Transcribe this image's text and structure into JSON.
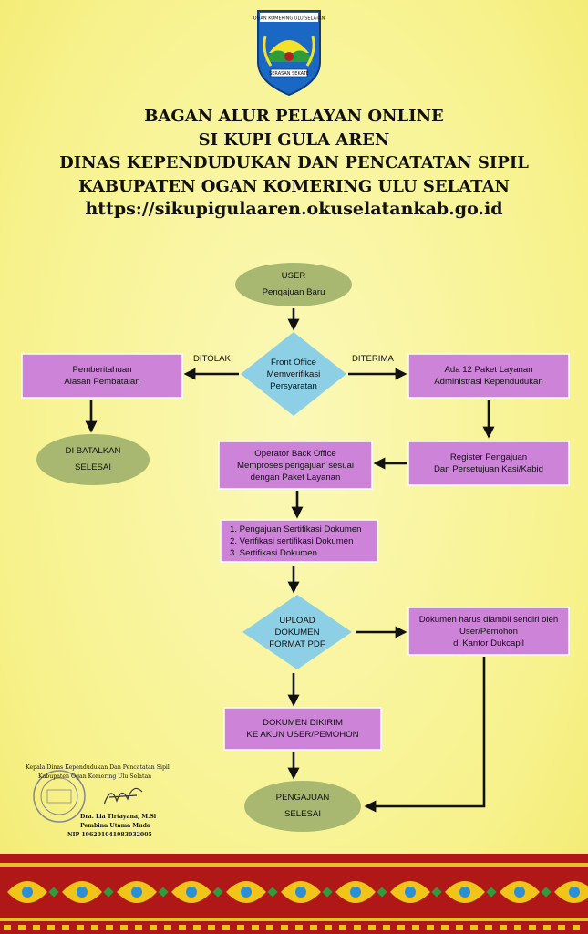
{
  "logo": {
    "label": "OGAN KOMERING ULU SELATAN",
    "ribbon": "SERASAN SEKATE"
  },
  "header": {
    "lines": [
      "BAGAN ALUR PELAYAN ONLINE",
      "SI KUPI GULA AREN",
      "DINAS KEPENDUDUKAN DAN PENCATATAN SIPIL",
      "KABUPATEN OGAN KOMERING ULU SELATAN",
      "https://sikupigulaaren.okuselatankab.go.id"
    ]
  },
  "colors": {
    "ellipse": "#a8b871",
    "box": "#cc83d8",
    "diamond": "#8dd0e6",
    "arrow": "#111111",
    "footer": "#b01717"
  },
  "flow": {
    "nodes": [
      {
        "id": "user",
        "shape": "ellipse",
        "lines": [
          "USER",
          "Pengajuan Baru"
        ]
      },
      {
        "id": "front_office",
        "shape": "diamond",
        "lines": [
          "Front Office",
          "Memverifikasi",
          "Persyaratan"
        ]
      },
      {
        "id": "pemberitahuan",
        "shape": "rect",
        "lines": [
          "Pemberitahuan",
          "Alasan Pembatalan"
        ]
      },
      {
        "id": "paket",
        "shape": "rect",
        "lines": [
          "Ada 12 Paket Layanan",
          "Administrasi Kependudukan"
        ]
      },
      {
        "id": "dibatalkan",
        "shape": "ellipse",
        "lines": [
          "DI BATALKAN",
          "SELESAI"
        ]
      },
      {
        "id": "register",
        "shape": "rect",
        "lines": [
          "Register Pengajuan",
          "Dan Persetujuan Kasi/Kabid"
        ]
      },
      {
        "id": "operator",
        "shape": "rect",
        "lines": [
          "Operator Back Office",
          "Memproses pengajuan sesuai",
          "dengan Paket Layanan"
        ]
      },
      {
        "id": "sertifikasi",
        "shape": "rect",
        "align": "left",
        "lines": [
          "1. Pengajuan Sertifikasi Dokumen",
          "2. Verifikasi sertifikasi Dokumen",
          "3. Sertifikasi Dokumen"
        ]
      },
      {
        "id": "upload",
        "shape": "diamond",
        "lines": [
          "UPLOAD",
          "DOKUMEN",
          "FORMAT PDF"
        ]
      },
      {
        "id": "diambil",
        "shape": "rect",
        "lines": [
          "Dokumen harus diambil sendiri oleh",
          "User/Pemohon",
          "di Kantor Dukcapil"
        ]
      },
      {
        "id": "dikirim",
        "shape": "rect",
        "lines": [
          "DOKUMEN DIKIRIM",
          "KE AKUN USER/PEMOHON"
        ]
      },
      {
        "id": "selesai",
        "shape": "ellipse",
        "lines": [
          "PENGAJUAN",
          "SELESAI"
        ]
      }
    ],
    "edges": [
      {
        "from": "user",
        "to": "front_office"
      },
      {
        "from": "front_office",
        "to": "pemberitahuan",
        "label": "DITOLAK"
      },
      {
        "from": "front_office",
        "to": "paket",
        "label": "DITERIMA"
      },
      {
        "from": "pemberitahuan",
        "to": "dibatalkan"
      },
      {
        "from": "paket",
        "to": "register"
      },
      {
        "from": "register",
        "to": "operator"
      },
      {
        "from": "operator",
        "to": "sertifikasi"
      },
      {
        "from": "sertifikasi",
        "to": "upload"
      },
      {
        "from": "upload",
        "to": "diambil"
      },
      {
        "from": "upload",
        "to": "dikirim"
      },
      {
        "from": "dikirim",
        "to": "selesai"
      },
      {
        "from": "diambil",
        "to": "selesai"
      }
    ]
  },
  "signature": {
    "line1": "Kepala Dinas Kependudukan Dan Pencatatan Sipil",
    "line2": "Kabupaten Ogan Komering Ulu Selatan",
    "name": "Dra. Lia Tirtayana, M.Si",
    "rank": "Pembina Utama Muda",
    "nip": "NIP 196201041983032005"
  }
}
